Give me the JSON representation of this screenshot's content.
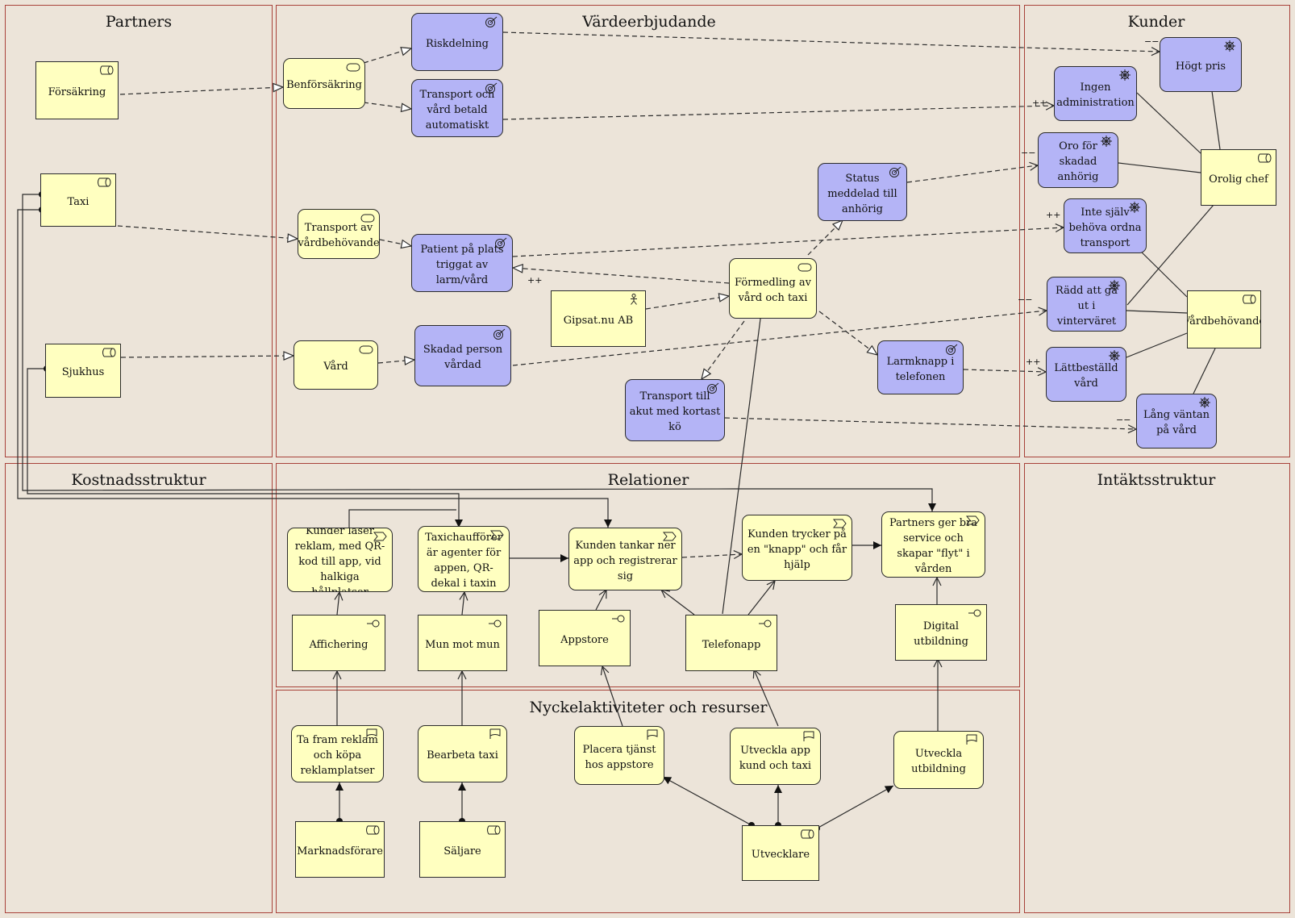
{
  "lanes": {
    "partners": "Partners",
    "value_proposition": "Värdeerbjudande",
    "customers": "Kunder",
    "cost_structure": "Kostnadsstruktur",
    "relations": "Relationer",
    "revenue": "Intäktsstruktur",
    "activities": "Nyckelaktiviteter och resurser"
  },
  "nodes": {
    "forsakring": "Försäkring",
    "taxi": "Taxi",
    "sjukhus": "Sjukhus",
    "benforsakring": "Benförsäkring",
    "riskdelning": "Riskdelning",
    "transport_betald": "Transport och vård betald automatiskt",
    "transport_vardbehovande": "Transport av vårdbehövande",
    "patient_pa_plats": "Patient på plats triggat av larm/vård",
    "vard": "Vård",
    "skadad_person": "Skadad person vårdad",
    "gipsat": "Gipsat.nu AB",
    "formedling": "Förmedling av vård och taxi",
    "status_meddelad": "Status meddelad till anhörig",
    "larmknapp": "Larmknapp i telefonen",
    "transport_akut": "Transport till akut med kortast kö",
    "hogt_pris": "Högt pris",
    "ingen_admin": "Ingen administration",
    "oro_skadad": "Oro för skadad anhörig",
    "orolig_chef": "Orolig chef",
    "inte_sjalv": "Inte själv behöva ordna transport",
    "radd_ga_ut": "Rädd att gå ut i vinterväret",
    "vardbehovande": "Vårdbehövande",
    "lattbestalld": "Lättbeställd vård",
    "lang_vantan": "Lång väntan på vård",
    "kunder_laser": "Kunder läser reklam, med QR-kod till app, vid halkiga hållplatser",
    "taxichaufforer": "Taxichaufförer är agenter för appen, QR-dekal i taxin",
    "kunden_tankar": "Kunden tankar ner app och registrerar sig",
    "kunden_trycker": "Kunden trycker på en \"knapp\" och får hjälp",
    "partners_ger": "Partners ger bra service och skapar \"flyt\" i vården",
    "affichering": "Affichering",
    "mun_mot_mun": "Mun mot mun",
    "appstore": "Appstore",
    "telefonapp": "Telefonapp",
    "digital_utbildning": "Digital utbildning",
    "ta_fram_reklam": "Ta fram reklam och köpa reklamplatser",
    "bearbeta_taxi": "Bearbeta taxi",
    "placera_tjanst": "Placera tjänst hos appstore",
    "utveckla_app": "Utveckla app kund och taxi",
    "utveckla_utbildning": "Utveckla utbildning",
    "marknadsforare": "Marknadsförare",
    "saljare": "Säljare",
    "utvecklare": "Utvecklare"
  },
  "influence_marks": {
    "plus_plus": "++",
    "minus_minus": "−−"
  },
  "colors": {
    "frame": "#a8423a",
    "background": "#ece4d9",
    "business_layer": "#ffffc0",
    "motivation_layer": "#b4b4f6"
  }
}
